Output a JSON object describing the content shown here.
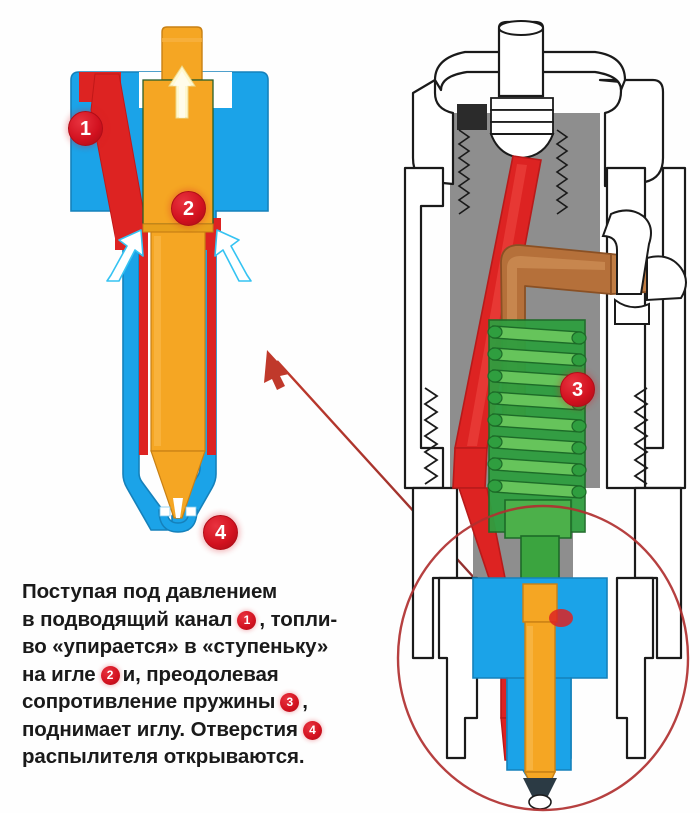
{
  "figure": {
    "title_alt": "Схема работы форсунки дизельного двигателя",
    "markers": [
      {
        "id": "1",
        "label": "1",
        "refers_to": "подводящий канал"
      },
      {
        "id": "2",
        "label": "2",
        "refers_to": "ступенька на игле"
      },
      {
        "id": "3",
        "label": "3",
        "refers_to": "пружина"
      },
      {
        "id": "4",
        "label": "4",
        "refers_to": "отверстия распылителя"
      }
    ]
  },
  "caption": {
    "lines": [
      {
        "text_before": "Поступая под давлением",
        "badge": null,
        "text_after": ""
      },
      {
        "text_before": "в подводящий канал",
        "badge": "1",
        "text_after": ", топли-"
      },
      {
        "text_before": "во «упирается» в «ступеньку»",
        "badge": null,
        "text_after": ""
      },
      {
        "text_before": "на игле",
        "badge": "2",
        "text_after": "и, преодолевая"
      },
      {
        "text_before": "сопротивление пружины",
        "badge": "3",
        "text_after": ","
      },
      {
        "text_before": "поднимает иглу. Отверстия",
        "badge": "4",
        "text_after": ""
      },
      {
        "text_before": "распылителя открываются.",
        "badge": null,
        "text_after": ""
      }
    ]
  },
  "left_diagram": {
    "name": "schematic-cross-section",
    "parts": {
      "body": "nozzle-body",
      "needle": "injector-needle",
      "fuel_channel": "fuel-supply-channel",
      "flow_arrow": "needle-lift-arrow",
      "pressure_arrows": "fuel-pressure-arrows"
    }
  },
  "right_diagram": {
    "name": "injector-cutaway-drawing",
    "parts": {
      "adjusting_screw": "adjusting-screw",
      "lock_nut": "lock-nut",
      "cap_nut": "cap-nut",
      "fuel_inlet_channel": "fuel-inlet-channel",
      "return_fitting": "fuel-return-fitting",
      "spring": "pressure-spring",
      "spindle": "spring-spindle",
      "nozzle_body": "nozzle-body",
      "needle": "injector-needle",
      "highlight": "highlight-ellipse"
    }
  },
  "annotation": {
    "pointer_arrow": "callout-arrow-to-schematic"
  },
  "colors": {
    "fuel_red": "#dd2322",
    "body_blue": "#1ba3e8",
    "needle_orange": "#f5a623",
    "needle_orange_dark": "#e8901a",
    "spring_green": "#2f9e3f",
    "spring_green_light": "#66c45b",
    "metal_gray": "#8e8e8e",
    "metal_light": "#ffffff",
    "copper": "#b5703a",
    "outline": "#1a1a1a",
    "badge_red": "#d2111f",
    "highlight_ellipse": "#b03030",
    "text": "#1a1a1a"
  }
}
